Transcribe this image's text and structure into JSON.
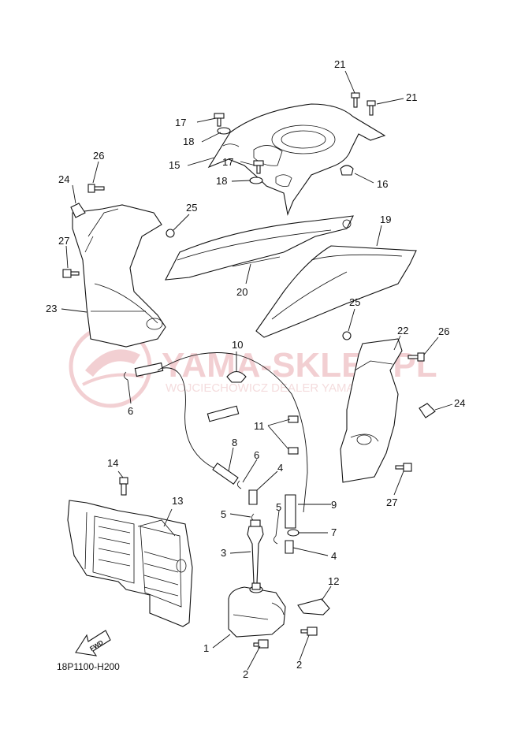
{
  "diagram": {
    "code": "18P1100-H200",
    "fwd_label": "FWD",
    "watermark": {
      "title": "YAMA-SKLEP.PL",
      "subtitle": "WOJCIECHOWICZ DEALER YAMAHA"
    },
    "callouts": [
      {
        "id": "c1",
        "text": "1"
      },
      {
        "id": "c2a",
        "text": "2"
      },
      {
        "id": "c2b",
        "text": "2"
      },
      {
        "id": "c3",
        "text": "3"
      },
      {
        "id": "c4a",
        "text": "4"
      },
      {
        "id": "c4b",
        "text": "4"
      },
      {
        "id": "c5a",
        "text": "5"
      },
      {
        "id": "c5b",
        "text": "5"
      },
      {
        "id": "c6a",
        "text": "6"
      },
      {
        "id": "c6b",
        "text": "6"
      },
      {
        "id": "c7",
        "text": "7"
      },
      {
        "id": "c8",
        "text": "8"
      },
      {
        "id": "c9",
        "text": "9"
      },
      {
        "id": "c10",
        "text": "10"
      },
      {
        "id": "c11",
        "text": "11"
      },
      {
        "id": "c12",
        "text": "12"
      },
      {
        "id": "c13",
        "text": "13"
      },
      {
        "id": "c14",
        "text": "14"
      },
      {
        "id": "c15",
        "text": "15"
      },
      {
        "id": "c16",
        "text": "16"
      },
      {
        "id": "c17a",
        "text": "17"
      },
      {
        "id": "c17b",
        "text": "17"
      },
      {
        "id": "c18a",
        "text": "18"
      },
      {
        "id": "c18b",
        "text": "18"
      },
      {
        "id": "c19",
        "text": "19"
      },
      {
        "id": "c20",
        "text": "20"
      },
      {
        "id": "c21a",
        "text": "21"
      },
      {
        "id": "c21b",
        "text": "21"
      },
      {
        "id": "c22",
        "text": "22"
      },
      {
        "id": "c23",
        "text": "23"
      },
      {
        "id": "c24a",
        "text": "24"
      },
      {
        "id": "c24b",
        "text": "24"
      },
      {
        "id": "c25a",
        "text": "25"
      },
      {
        "id": "c25b",
        "text": "25"
      },
      {
        "id": "c26a",
        "text": "26"
      },
      {
        "id": "c26b",
        "text": "26"
      },
      {
        "id": "c27a",
        "text": "27"
      },
      {
        "id": "c27b",
        "text": "27"
      }
    ]
  }
}
